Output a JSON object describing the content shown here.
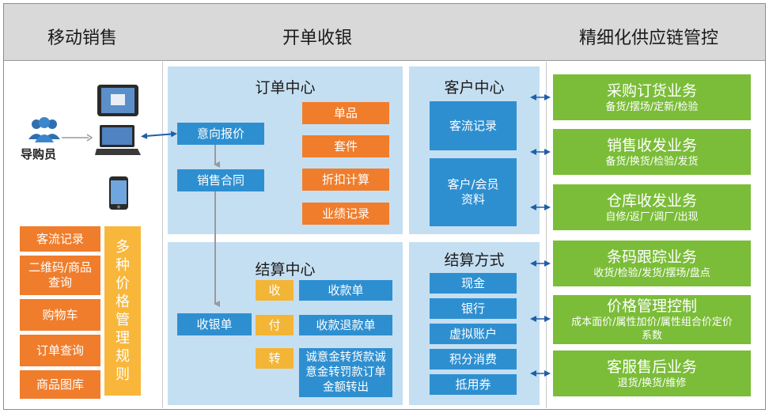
{
  "header": {
    "mobile_sales": "移动销售",
    "checkout": "开单收银",
    "supply_chain": "精细化供应链管控"
  },
  "mobile": {
    "guide_label": "导购员",
    "items": [
      "客流记录",
      "二维码/商品查询",
      "购物车",
      "订单查询",
      "商品图库"
    ],
    "price_rules": "多种价格管理规则"
  },
  "order_center": {
    "title": "订单中心",
    "intent_quote": "意向报价",
    "sales_contract": "销售合同",
    "orange_items": [
      "单品",
      "套件",
      "折扣计算",
      "业绩记录"
    ]
  },
  "settlement_center": {
    "title": "结算中心",
    "cashier": "收银单",
    "tags": [
      "收",
      "付",
      "转"
    ],
    "items": [
      "收款单",
      "收款退款单",
      "诚意金转货款诚意金转罚款订单金额转出"
    ]
  },
  "customer_center": {
    "title": "客户中心",
    "items": [
      "客流记录",
      "客户/会员资料"
    ]
  },
  "payment_methods": {
    "title": "结算方式",
    "items": [
      "现金",
      "银行",
      "虚拟账户",
      "积分消费",
      "抵用券"
    ]
  },
  "supply_items": [
    {
      "title": "采购订货业务",
      "sub": "备货/摆场/定新/检验"
    },
    {
      "title": "销售收发业务",
      "sub": "备货/换货/检验/发货"
    },
    {
      "title": "仓库收发业务",
      "sub": "自修/返厂/调厂/出现"
    },
    {
      "title": "条码跟踪业务",
      "sub": "收货/检验/发货/摆场/盘点"
    },
    {
      "title": "价格管理控制",
      "sub": "成本面价/属性加价/属性组合价定价系数"
    },
    {
      "title": "客服售后业务",
      "sub": "退货/换货/维修"
    }
  ],
  "colors": {
    "panel": "#c5dff2",
    "blue": "#2e8fd0",
    "orange": "#f07d2b",
    "yellow": "#f8b73b",
    "green": "#7bbd38",
    "header": "#d9d9d9"
  }
}
